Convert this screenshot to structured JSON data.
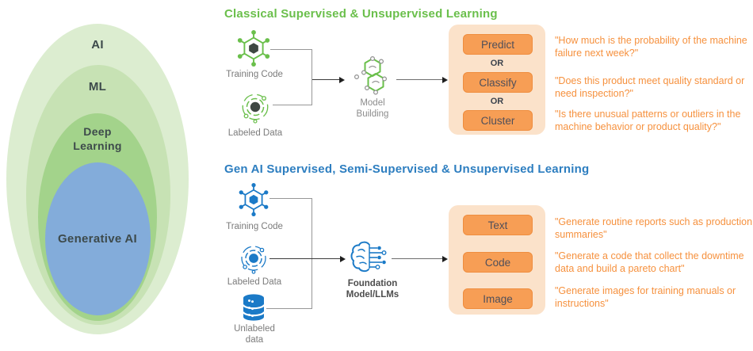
{
  "venn": {
    "labels": {
      "outer": "AI",
      "ml": "ML",
      "deep": "Deep Learning",
      "gen": "Generative AI"
    },
    "colors": {
      "outer": "#dcedd0",
      "ml": "#c7e2b4",
      "deep": "#a3d38b",
      "gen": "#83acda",
      "label": "#3d4a4b"
    }
  },
  "classical": {
    "title": "Classical Supervised & Unsupervised Learning",
    "title_color": "#6abf4b",
    "nodes": {
      "training_code": "Training Code",
      "labeled_data": "Labeled Data",
      "model_building": "Model Building"
    },
    "or_label": "OR",
    "outputs": [
      "Predict",
      "Classify",
      "Cluster"
    ],
    "quotes": [
      "\"How much is the probability of the machine failure next week?\"",
      "\"Does this product meet quality standard or need inspection?\"",
      "\"Is there unusual patterns or outliers in the machine behavior or product quality?\""
    ]
  },
  "genai": {
    "title": "Gen AI Supervised, Semi-Supervised & Unsupervised Learning",
    "title_color": "#2d7ec0",
    "nodes": {
      "training_code": "Training Code",
      "labeled_data": "Labeled Data",
      "unlabeled_data": "Unlabeled data",
      "foundation_model": "Foundation Model/LLMs"
    },
    "outputs": [
      "Text",
      "Code",
      "Image"
    ],
    "quotes": [
      "\"Generate routine reports such as production summaries\"",
      "\"Generate a code that collect the downtime data and build a pareto chart\"",
      "\"Generate images for training manuals or instructions\""
    ]
  },
  "icons": {
    "classical": [
      "network-hexagon-icon",
      "labeled-data-icon",
      "molecule-model-icon"
    ],
    "genai": [
      "network-hexagon-icon",
      "labeled-data-icon",
      "database-icon",
      "brain-circuit-icon"
    ],
    "icon_green": "#6abf4b",
    "icon_blue": "#1b7ac7",
    "icon_dark": "#3e4742"
  },
  "palette": {
    "panel_fill": "#fbe2ca",
    "button_fill": "#f79e55",
    "button_border": "#ef8d3e",
    "quote_text": "#f6913e",
    "connector": "#979797"
  }
}
